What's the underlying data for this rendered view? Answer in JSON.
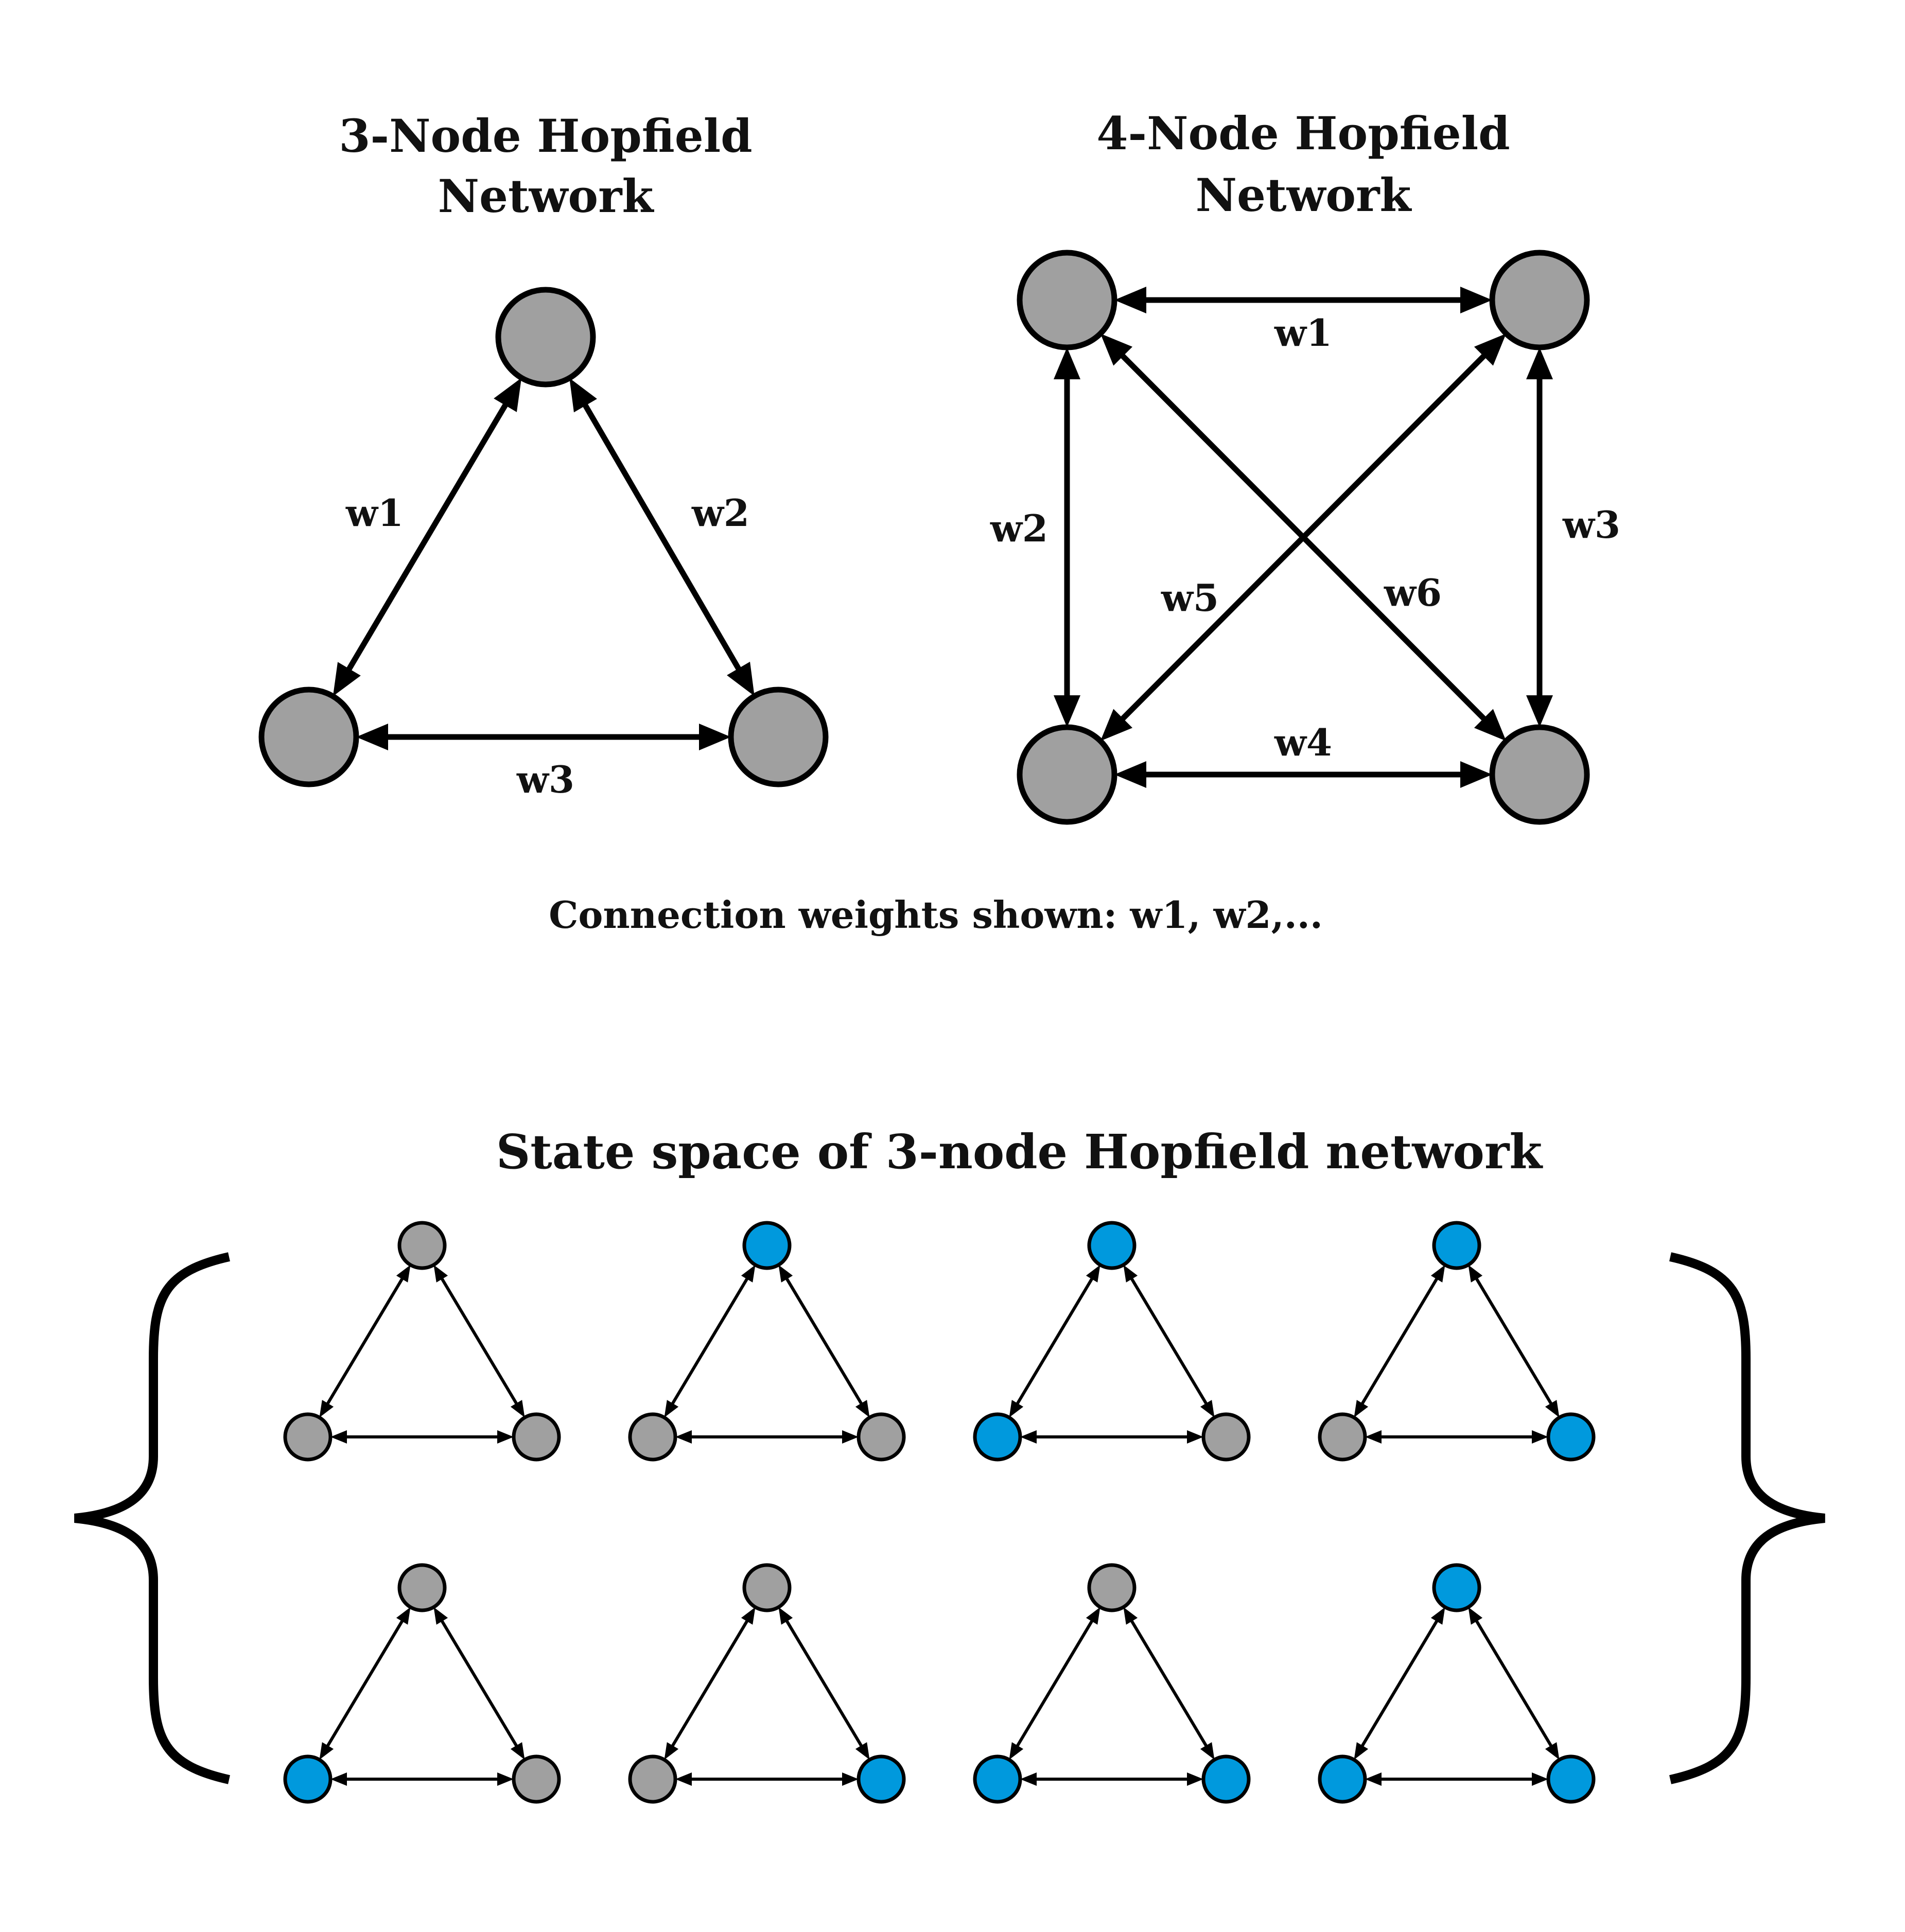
{
  "colors": {
    "inactive": "#a0a0a0",
    "active": "#0099dd",
    "stroke": "#000000"
  },
  "three_node": {
    "title_line1": "3-Node Hopfield",
    "title_line2": "Network",
    "weights": [
      "w1",
      "w2",
      "w3"
    ]
  },
  "four_node": {
    "title_line1": "4-Node Hopfield",
    "title_line2": "Network",
    "weights": [
      "w1",
      "w2",
      "w3",
      "w4",
      "w5",
      "w6"
    ]
  },
  "caption": "Connection weights shown: w1, w2,...",
  "state_space": {
    "title": "State space of 3-node Hopfield network",
    "states": [
      {
        "top": "inactive",
        "left": "inactive",
        "right": "inactive"
      },
      {
        "top": "active",
        "left": "inactive",
        "right": "inactive"
      },
      {
        "top": "active",
        "left": "active",
        "right": "inactive"
      },
      {
        "top": "active",
        "left": "inactive",
        "right": "active"
      },
      {
        "top": "inactive",
        "left": "active",
        "right": "inactive"
      },
      {
        "top": "inactive",
        "left": "inactive",
        "right": "active"
      },
      {
        "top": "inactive",
        "left": "active",
        "right": "active"
      },
      {
        "top": "active",
        "left": "active",
        "right": "active"
      }
    ]
  }
}
